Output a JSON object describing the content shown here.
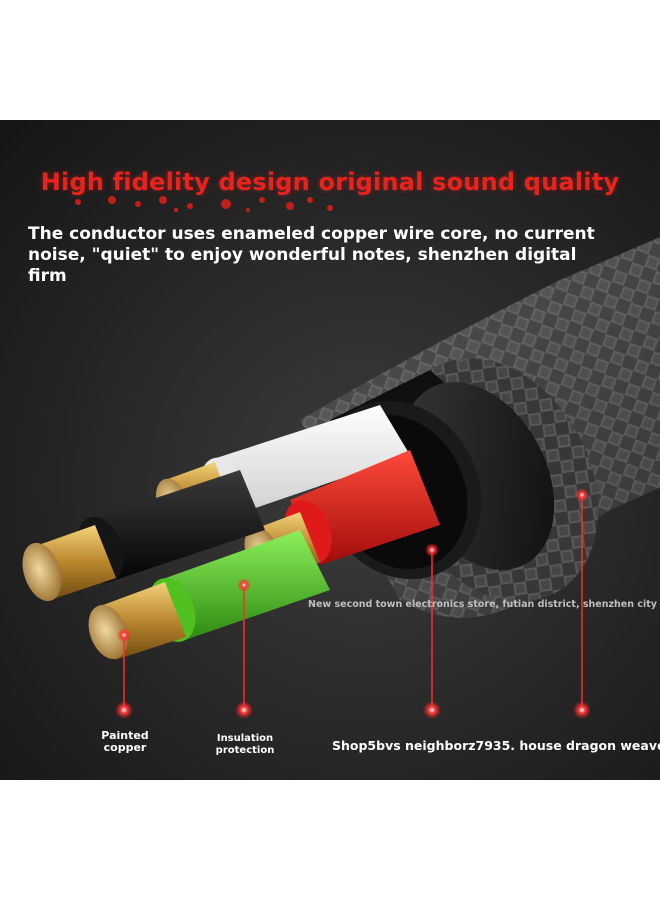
{
  "headline": "High fidelity design original sound quality",
  "description": "The conductor uses enameled copper wire core, no current noise, \"quiet\" to enjoy wonderful notes, shenzhen digital firm",
  "store_address": "New second town electronics store, futian district, shenzhen city",
  "labels": {
    "painted_copper_line1": "Painted",
    "painted_copper_line2": "copper",
    "insulation_line1": "Insulation",
    "insulation_line2": "protection",
    "braid": "Shop5bvs neighborz7935. house dragon weave"
  },
  "colors": {
    "headline": "#e8231d",
    "marker": "#ff1a1a",
    "red_insulation": "#e01a1a",
    "green_insulation": "#5ccc28",
    "white_insulation": "#f2f2f2",
    "copper": "#c89a3c"
  }
}
